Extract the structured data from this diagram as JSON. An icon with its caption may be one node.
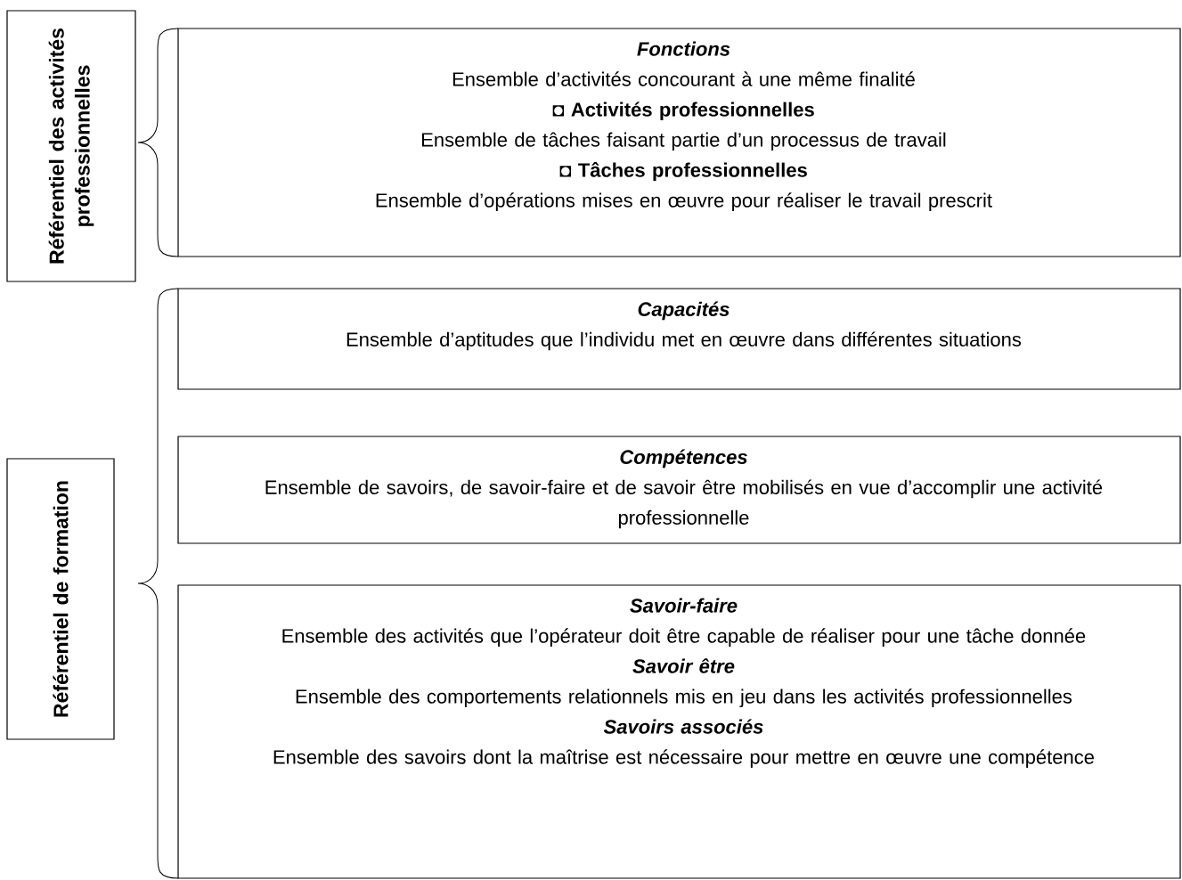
{
  "diagram": {
    "nodes": [
      {
        "text": [
          "Référentiel des activités professionnelles"
        ]
      },
      {
        "text": [
          "Fonctions",
          "Ensemble d’activités concourant à une même finalité",
          "◘ Activités professionnelles",
          "Ensemble de tâches faisant partie d’un processus de travail",
          "◘ Tâches professionnelles",
          "Ensemble d’opérations mises en œuvre pour réaliser le travail prescrit"
        ]
      },
      {
        "text": [
          "Référentiel de formation"
        ]
      },
      {
        "text": [
          "Capacités",
          "Ensemble d’aptitudes que l’individu met en œuvre dans différentes situations"
        ]
      },
      {
        "text": [
          "Compétences",
          "Ensemble de savoirs, de savoir-faire et de savoir être mobilisés en vue d’accomplir une activité professionnelle"
        ]
      },
      {
        "text": [
          "Savoir-faire",
          "Ensemble des activités que l’opérateur doit être capable de réaliser pour une tâche donnée",
          "Savoir être",
          "Ensemble des comportements relationnels mis en jeu dans les activités professionnelles",
          "Savoirs associés",
          "Ensemble des savoirs dont la maîtrise est nécessaire pour mettre en œuvre une compétence"
        ]
      }
    ],
    "edges": []
  }
}
